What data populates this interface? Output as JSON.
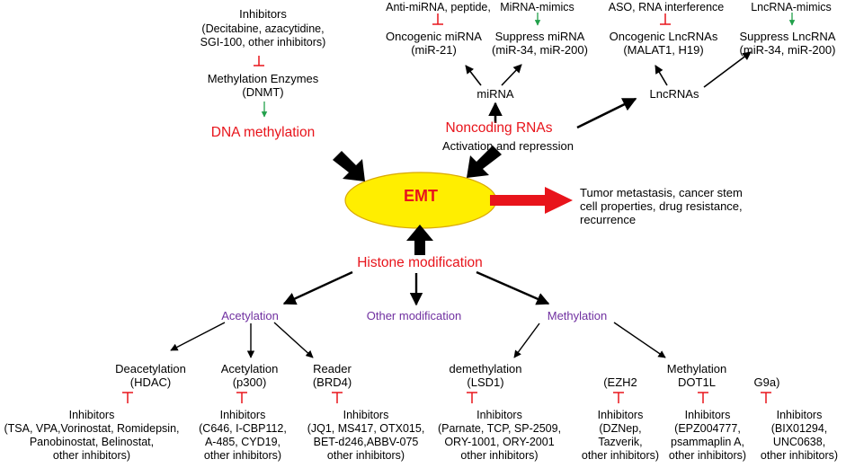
{
  "colors": {
    "red": "#e8141b",
    "green": "#22a04b",
    "purple": "#7030a0",
    "ellipse_fill": "#ffee00",
    "ellipse_stroke": "#d9a800",
    "black": "#000000"
  },
  "center": {
    "label": "EMT"
  },
  "outcome": {
    "lines": [
      "Tumor metastasis, cancer stem",
      "cell properties, drug resistance,",
      "recurrence"
    ]
  },
  "dna": {
    "inhibitors_title": "Inhibitors",
    "inhibitors_lines": [
      "(Decitabine, azacytidine,",
      "SGI-100, other inhibitors)"
    ],
    "enzymes_lines": [
      "Methylation Enzymes",
      "(DNMT)"
    ],
    "title": "DNA methylation"
  },
  "noncoding": {
    "title": "Noncoding RNAs",
    "subtitle": "Activation and repression",
    "mirna": "miRNA",
    "lncrnas": "LncRNAs",
    "anti_mirna": "Anti-miRNA, peptide,",
    "mirna_mimics": "MiRNA-mimics",
    "oncogenic_mirna": [
      "Oncogenic miRNA",
      "(miR-21)"
    ],
    "suppress_mirna": [
      "Suppress miRNA",
      "(miR-34, miR-200)"
    ],
    "aso": "ASO, RNA interference",
    "lncrna_mimics": "LncRNA-mimics",
    "oncogenic_lncrnas": [
      "Oncogenic LncRNAs",
      "(MALAT1, H19)"
    ],
    "suppress_lncrna": [
      "Suppress LncRNA",
      "(miR-34, miR-200)"
    ]
  },
  "histone": {
    "title": "Histone modification",
    "acetylation": "Acetylation",
    "other": "Other modification",
    "methylation": "Methylation",
    "deacetylation": [
      "Deacetylation",
      "(HDAC)"
    ],
    "acetylation_sub": [
      "Acetylation",
      "(p300)"
    ],
    "reader": [
      "Reader",
      "(BRD4)"
    ],
    "demethylation": [
      "demethylation",
      "(LSD1)"
    ],
    "ezh2": "(EZH2",
    "methylation_sub": [
      "Methylation",
      "DOT1L"
    ],
    "g9a": "G9a)",
    "inhibitors": {
      "hdac": [
        "Inhibitors",
        "(TSA, VPA,Vorinostat, Romidepsin,",
        "Panobinostat, Belinostat,",
        "other inhibitors)"
      ],
      "p300": [
        "Inhibitors",
        "(C646, I-CBP112,",
        "A-485, CYD19,",
        "other inhibitors)"
      ],
      "brd4": [
        "Inhibitors",
        "(JQ1, MS417, OTX015,",
        "BET-d246,ABBV-075",
        "other inhibitors)"
      ],
      "lsd1": [
        "Inhibitors",
        "(Parnate, TCP, SP-2509,",
        "ORY-1001, ORY-2001",
        "other inhibitors)"
      ],
      "ezh2": [
        "Inhibitors",
        "(DZNep,",
        "Tazverik,",
        "other inhibitors)"
      ],
      "dot1l": [
        "Inhibitors",
        "(EPZ004777,",
        "psammaplin A,",
        "other inhibitors)"
      ],
      "g9a": [
        "Inhibitors",
        "(BIX01294,",
        "UNC0638,",
        "other inhibitors)"
      ]
    }
  }
}
